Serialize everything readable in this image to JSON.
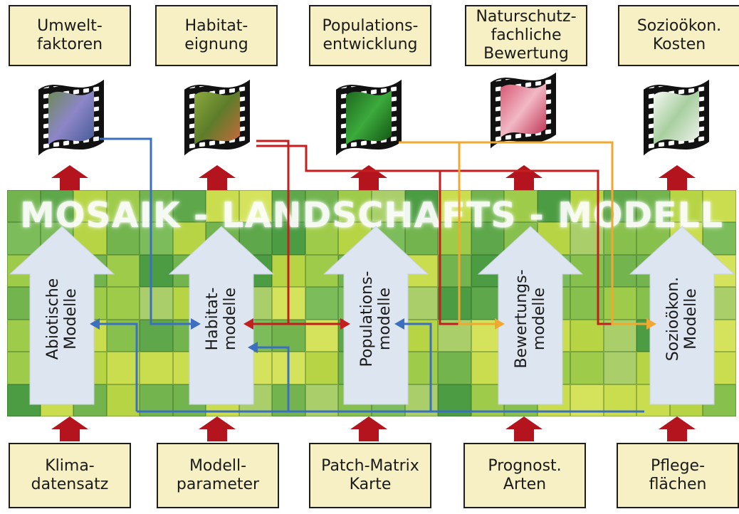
{
  "diagram": {
    "title": "MOSAIK - LANDSCHAFTS - MODELL",
    "outputs": [
      "Umwelt-\nfaktoren",
      "Habitat-\neignung",
      "Populations-\nentwicklung",
      "Naturschutz-\nfachliche\nBewertung",
      "Sozioökon.\nKosten"
    ],
    "models": [
      "Abiotische\nModelle",
      "Habitat-\nmodelle",
      "Populations-\nmodelle",
      "Bewertungs-\nmodelle",
      "Sozioökon.\nModelle"
    ],
    "inputs": [
      "Klima-\ndatensatz",
      "Modell-\nparameter",
      "Patch-Matrix\nKarte",
      "Prognost.\nArten",
      "Pflege-\nflächen"
    ]
  },
  "colors": {
    "box_fill": "#f7f0c4",
    "arrow_red": "#b3141d",
    "blue_line": "#3c6fc0",
    "red_line": "#c41e1e",
    "orange_line": "#f0a830",
    "model_arrow": "#dde6f0",
    "green_light": "#c9dd4e",
    "green_dark": "#3f9a35"
  },
  "film_icons": [
    "film-strip-terrain-icon",
    "film-strip-habitat-icon",
    "film-strip-population-icon",
    "film-strip-assessment-icon",
    "film-strip-costs-icon"
  ]
}
